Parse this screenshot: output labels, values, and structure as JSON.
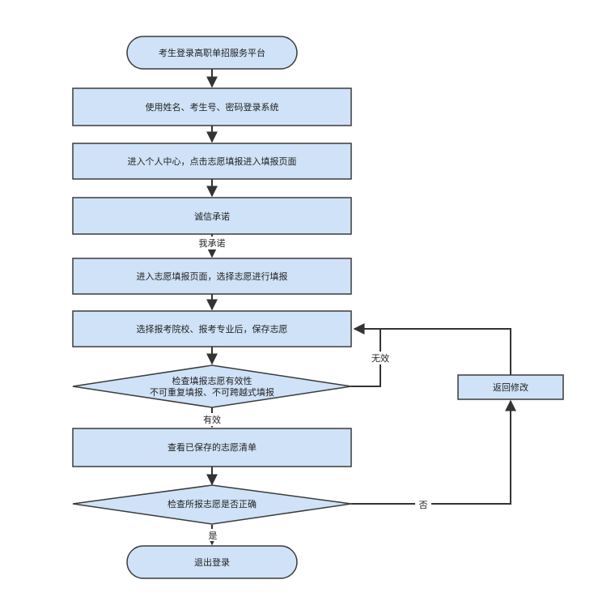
{
  "nodes": {
    "start": "考生登录高职单招服务平台",
    "step1": "使用姓名、考生号、密码登录系统",
    "step2": "进入个人中心，点击志愿填报进入填报页面",
    "step3": "诚信承诺",
    "step4": "进入志愿填报页面，选择志愿进行填报",
    "step5": "选择报考院校、报考专业后，保存志愿",
    "check1_line1": "检查填报志愿有效性",
    "check1_line2": "不可重复填报、不可跨越式填报",
    "step6": "查看已保存的志愿清单",
    "check2": "检查所报志愿是否正确",
    "revise": "返回修改",
    "end": "退出登录"
  },
  "edges": {
    "promise": "我承诺",
    "invalid": "无效",
    "valid": "有效",
    "no": "否",
    "yes": "是"
  },
  "colors": {
    "fill": "#cfe2f7",
    "stroke": "#3b3b3b",
    "line": "#333333"
  }
}
